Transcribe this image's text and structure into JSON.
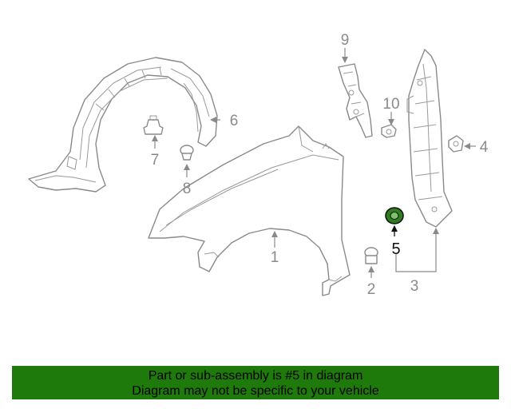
{
  "callouts": {
    "c1": "1",
    "c2": "2",
    "c3": "3",
    "c4": "4",
    "c5": "5",
    "c6": "6",
    "c7": "7",
    "c8": "8",
    "c9": "9",
    "c10": "10"
  },
  "banner": {
    "line1": "Part or sub-assembly is #5 in diagram",
    "line2": "Diagram may not be specific to your vehicle"
  },
  "colors": {
    "banner_bg": "#1e7a0a",
    "highlight_part": "#2e7d1e",
    "line_gray": "#8a8a8a"
  }
}
